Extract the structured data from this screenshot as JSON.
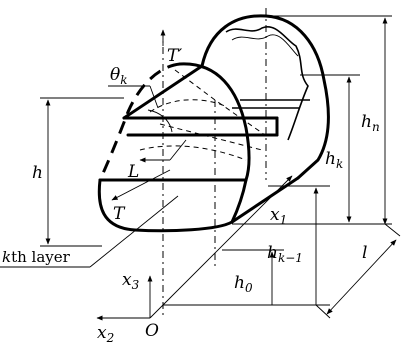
{
  "labels": {
    "T_prime": "T′",
    "theta": "θ",
    "theta_sub": "k",
    "h": "h",
    "h_n": "h",
    "h_n_sub": "n",
    "h_k": "h",
    "h_k_sub": "k",
    "h_k1": "h",
    "h_k1_sub": "k−1",
    "h_0": "h",
    "h_0_sub": "0",
    "L": "L",
    "T": "T",
    "x1": "x",
    "x1_sub": "1",
    "x2": "x",
    "x2_sub": "2",
    "x3": "x",
    "x3_sub": "3",
    "l": "l",
    "O": "O",
    "kth_k": "k",
    "kth_rest": "th layer"
  }
}
